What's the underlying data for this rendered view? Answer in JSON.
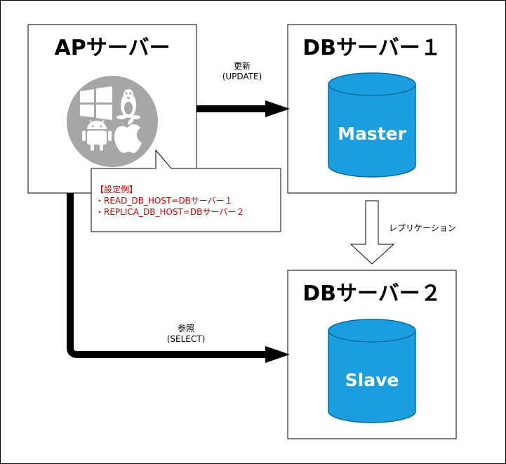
{
  "ap_server": {
    "title": "APサーバー",
    "icons": [
      "windows-icon",
      "linux-icon",
      "android-icon",
      "apple-icon"
    ]
  },
  "db_server_1": {
    "title": "DBサーバー１",
    "db_label": "Master"
  },
  "db_server_2": {
    "title": "DBサーバー２",
    "db_label": "Slave"
  },
  "update_arrow": {
    "label_line1": "更新",
    "label_line2": "(UPDATE)"
  },
  "select_arrow": {
    "label_line1": "参照",
    "label_line2": "(SELECT)"
  },
  "replication_arrow": {
    "label": "レプリケーション"
  },
  "config_note": {
    "heading": "【設定例】",
    "line1": "・READ_DB_HOST=DBサーバー１",
    "line2": "・REPLICA_DB_HOST=DBサーバー２"
  },
  "colors": {
    "db_fill": "#1a9ee0",
    "db_stroke": "#0a6aa0",
    "icon_circle": "#a6a6a6",
    "note_text": "#d00000"
  }
}
